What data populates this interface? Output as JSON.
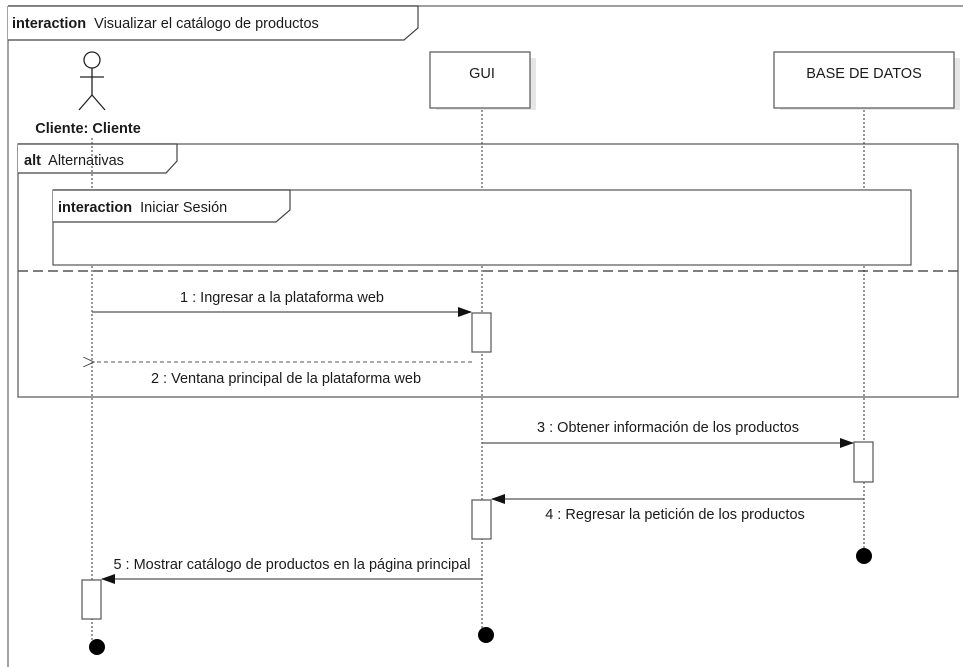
{
  "frame": {
    "keyword": "interaction",
    "title": "Visualizar el catálogo de productos"
  },
  "actor": {
    "label": "Cliente: Cliente"
  },
  "lifelines": [
    {
      "id": "gui",
      "label": "GUI"
    },
    {
      "id": "db",
      "label": "BASE DE DATOS"
    }
  ],
  "alt_fragment": {
    "keyword": "alt",
    "title": "Alternativas"
  },
  "interaction_use": {
    "keyword": "interaction",
    "title": "Iniciar Sesión"
  },
  "messages": [
    {
      "id": "m1",
      "number": "1",
      "text": "1 : Ingresar a la plataforma web",
      "from": "Cliente",
      "to": "GUI",
      "kind": "sync"
    },
    {
      "id": "m2",
      "number": "2",
      "text": "2 : Ventana principal de la plataforma web",
      "from": "GUI",
      "to": "Cliente",
      "kind": "reply"
    },
    {
      "id": "m3",
      "number": "3",
      "text": "3 : Obtener información de los productos",
      "from": "GUI",
      "to": "BASE DE DATOS",
      "kind": "sync"
    },
    {
      "id": "m4",
      "number": "4",
      "text": "4 : Regresar la petición de los productos",
      "from": "BASE DE DATOS",
      "to": "GUI",
      "kind": "sync"
    },
    {
      "id": "m5",
      "number": "5",
      "text": "5 : Mostrar catálogo de productos en la página principal",
      "from": "GUI",
      "to": "Cliente",
      "kind": "sync"
    }
  ],
  "colors": {
    "line": "#555555",
    "text": "#1a1a1a",
    "background": "#ffffff"
  }
}
